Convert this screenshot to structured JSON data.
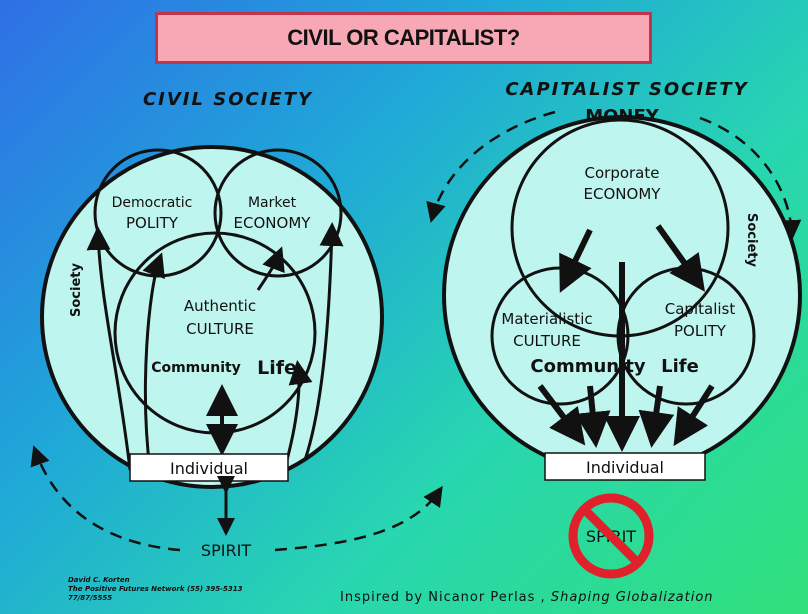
{
  "title": "CIVIL OR CAPITALIST?",
  "civil": {
    "heading": "CIVIL SOCIETY",
    "society_label": "Society",
    "polity_line1": "Democratic",
    "polity_line2": "POLITY",
    "economy_line1": "Market",
    "economy_line2": "ECONOMY",
    "culture_line1": "Authentic",
    "culture_line2": "CULTURE",
    "community_word1": "Community",
    "community_word2": "Life",
    "individual": "Individual",
    "spirit": "SPIRIT"
  },
  "capitalist": {
    "heading": "CAPITALIST SOCIETY",
    "money": "MONEY",
    "society_label": "Society",
    "economy_line1": "Corporate",
    "economy_line2": "ECONOMY",
    "culture_line1": "Materialistic",
    "culture_line2": "CULTURE",
    "polity_line1": "Capitalist",
    "polity_line2": "POLITY",
    "community_word1": "Community",
    "community_word2": "Life",
    "individual": "Individual",
    "spirit": "SPIRIT"
  },
  "credit": {
    "line1": "David C. Korten",
    "line2": "The Positive Futures Network (55) 395-5313",
    "line3": "77/87/5555"
  },
  "inspired_prefix": "Inspired by Nicanor Perlas ,",
  "inspired_book": "Shaping Globalization",
  "colors": {
    "circle_fill": "#bff5ef",
    "title_bg": "#f7a8b4",
    "title_border": "#c2344c",
    "no_sign": "#e0202a"
  }
}
